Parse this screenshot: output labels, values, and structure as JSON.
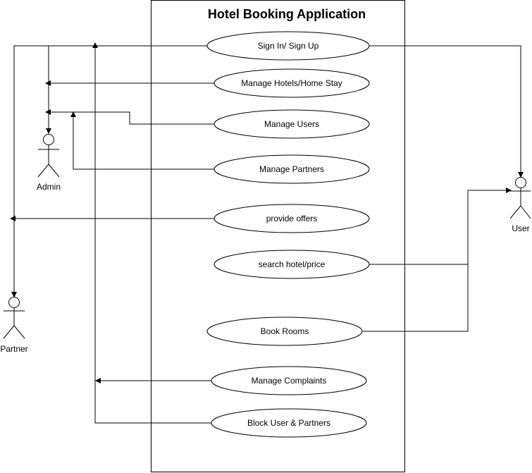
{
  "system": {
    "title": "Hotel Booking Application"
  },
  "actors": {
    "admin": "Admin",
    "partner": "Partner",
    "user": "User"
  },
  "use_cases": {
    "sign_in": "Sign In/ Sign Up",
    "manage_hotels": "Manage Hotels/Home Stay",
    "manage_users": "Manage Users",
    "manage_partners": "Manage Partners",
    "provide_offers": "provide offers",
    "search_hotel": "search hotel/price",
    "book_rooms": "Book Rooms",
    "manage_complaints": "Manage Complaints",
    "block_user": "Block User & Partners"
  }
}
